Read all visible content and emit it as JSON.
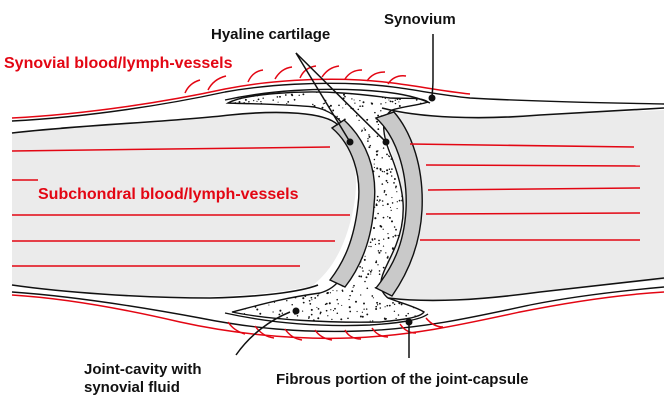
{
  "labels": {
    "hyaline_cartilage": "Hyaline cartilage",
    "synovium": "Synovium",
    "synovial_vessels": "Synovial blood/lymph-vessels",
    "subchondral_vessels": "Subchondral blood/lymph-vessels",
    "joint_cavity_line1": "Joint-cavity with",
    "joint_cavity_line2": "synovial fluid",
    "fibrous_capsule": "Fibrous portion of the joint-capsule"
  },
  "colors": {
    "vessel": "#e30613",
    "outline": "#111111",
    "bone": "#ebebeb",
    "cartilage": "#c9c9c9",
    "fluid": "#ffffff"
  }
}
